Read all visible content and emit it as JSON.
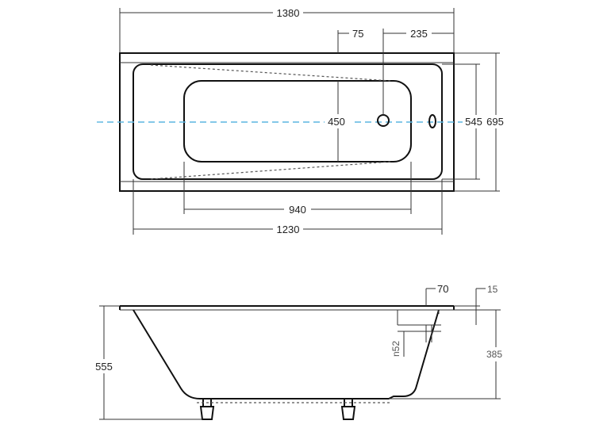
{
  "top_view": {
    "overall_length": "1380",
    "overall_width": "695",
    "inner_width": "545",
    "basin_length": "940",
    "inner_length": "1230",
    "basin_width": "450",
    "drain_offset": "75",
    "drain_from_end": "235"
  },
  "side_view": {
    "total_height": "555",
    "rim_width": "70",
    "rim_thickness": "15",
    "basin_depth": "385",
    "overflow_height": "n52"
  },
  "colors": {
    "lines": "#111111",
    "center_axis": "#5bb5e0",
    "labels": "#222222"
  }
}
